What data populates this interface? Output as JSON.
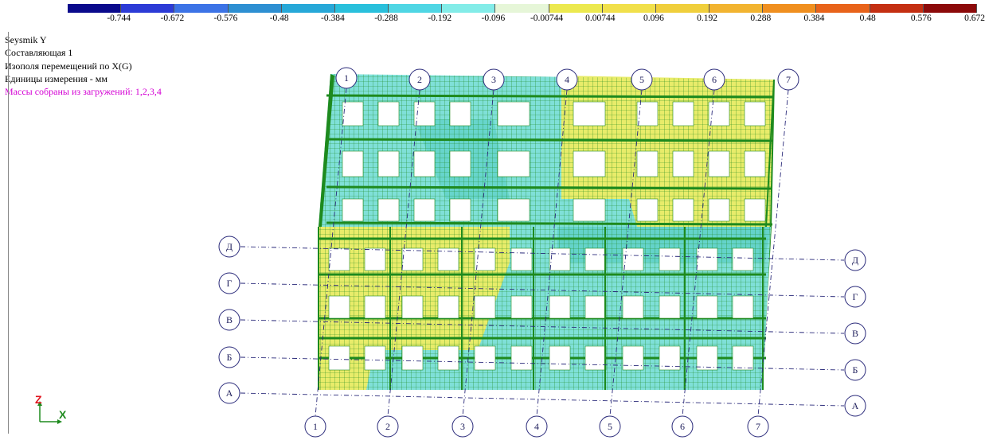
{
  "scale": {
    "colors": [
      "#0a0a8c",
      "#2c3bd6",
      "#3c73e6",
      "#2d8fd2",
      "#27a8d8",
      "#29c0dc",
      "#4fd6e4",
      "#83ece8",
      "#e6f6d8",
      "#ece94f",
      "#f1e04b",
      "#f0cf3c",
      "#f2b430",
      "#f08f1f",
      "#e8631a",
      "#c42f12",
      "#8c0a0a"
    ],
    "labels": [
      "-0.744",
      "-0.672",
      "-0.576",
      "-0.48",
      "-0.384",
      "-0.288",
      "-0.192",
      "-0.096",
      "-0.00744",
      "0.00744",
      "0.096",
      "0.192",
      "0.288",
      "0.384",
      "0.48",
      "0.576",
      "0.672"
    ]
  },
  "info": {
    "line1": "Seysmik Y",
    "line2": "Составляющая  1",
    "line3": "Изополя перемещений по X(G)",
    "line4": "Единицы измерения - мм",
    "line5": "Массы собраны из загружений:  1,2,3,4"
  },
  "axes": {
    "top_numbers": [
      "1",
      "2",
      "3",
      "4",
      "5",
      "6",
      "7"
    ],
    "bottom_numbers": [
      "1",
      "2",
      "3",
      "4",
      "5",
      "6",
      "7"
    ],
    "left_letters": [
      "Д",
      "Г",
      "В",
      "Б",
      "А"
    ],
    "right_letters": [
      "Д",
      "Г",
      "В",
      "Б",
      "А"
    ]
  },
  "indicator": {
    "z": "Z",
    "x": "X"
  },
  "colors": {
    "mesh": "#1e8a1e",
    "yellow": "#e8ec6a",
    "cyan": "#7fe0d8",
    "teal": "#4fc9c0",
    "bubble_stroke": "#2a2a7a",
    "dashline": "#2a2a7a"
  }
}
